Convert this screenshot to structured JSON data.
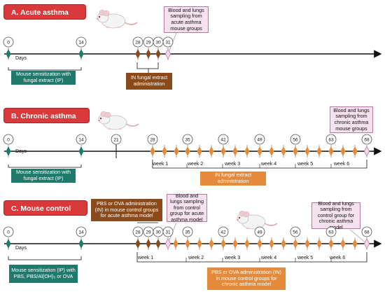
{
  "panelA": {
    "title": "A. Acute asthma model",
    "days_label": "Days",
    "sensitization": "Mouse sensitization with fungal extract (IP)",
    "in_admin": "IN fungal extract administration",
    "sampling": "Blood and lungs sampling from acute asthma mouse groups",
    "days": [
      "0",
      "14",
      "28",
      "29",
      "30",
      "31"
    ]
  },
  "panelB": {
    "title": "B. Chronic asthma model",
    "days_label": "Days",
    "sensitization": "Mouse sensitization with fungal extract (IP)",
    "in_admin": "IN fungal extract administration",
    "sampling": "Blood and lungs sampling from chronic asthma mouse groups",
    "days": [
      "0",
      "14",
      "21",
      "28",
      "35",
      "42",
      "49",
      "56",
      "63",
      "68"
    ],
    "weeks": [
      "week 1",
      "week 2",
      "week 3",
      "week 4",
      "week 5",
      "week 6"
    ]
  },
  "panelC": {
    "title": "C. Mouse control groups",
    "days_label": "Days",
    "sensitization": "Mouse sensitization (IP) with PBS, PBS/Al(OH)₃ or OVA",
    "acute_admin": "PBS or OVA administration (IN) in mouse control groups for acute asthma model",
    "acute_sampling": "Blood and lungs sampling from control group for acute asthma model",
    "chronic_sampling": "Blood and lungs sampling from control group for chronic asthma model",
    "chronic_admin": "PBS or OVA administration (IN) in mouse control groups for chronic asthma model",
    "days": [
      "0",
      "14",
      "28",
      "29",
      "30",
      "31",
      "35",
      "42",
      "49",
      "56",
      "63",
      "68"
    ],
    "weeks": [
      "week 1",
      "week 2",
      "week 3",
      "week 4",
      "week 5",
      "week 6"
    ]
  },
  "colors": {
    "title_red": "#d9393b",
    "teal": "#1f7a6c",
    "brown": "#8a4a1a",
    "orange": "#e58a3a",
    "pink": "#f6e1ee"
  },
  "icons": [
    "mouse-icon",
    "timeline-arrow"
  ]
}
